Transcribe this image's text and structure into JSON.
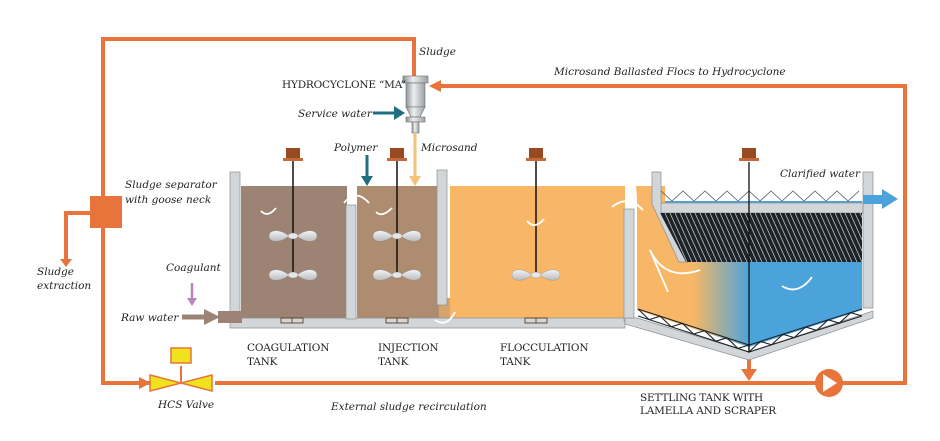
{
  "colors": {
    "pipe": "#E8743B",
    "wall": "#D3D6D8",
    "wall_stroke": "#8C8F91",
    "coag_fluid": "#9C8373",
    "inj_fluid": "#AE8C6F",
    "floc_fluid": "#F7B767",
    "settle_fluid": "#4CA3DC",
    "lamella": "#1E2328",
    "motor": "#9A4A22",
    "valve": "#F1E21E",
    "polymer": "#1F6F80",
    "microsand": "#F2C27A",
    "coagulant": "#B985BE",
    "raw_water": "#9C8373",
    "clarified": "#4CA3DC"
  },
  "labels": {
    "sludge": "Sludge",
    "hydrocyclone": "HYDROCYCLONE “MA”",
    "service_water": "Service water",
    "polymer": "Polymer",
    "microsand": "Microsand",
    "microsand_flocs": "Microsand Ballasted Flocs to Hydrocyclone",
    "sludge_separator_1": "Sludge separator",
    "sludge_separator_2": "with goose neck",
    "sludge_extraction_1": "Sludge",
    "sludge_extraction_2": "extraction",
    "coagulant": "Coagulant",
    "raw_water": "Raw water",
    "clarified_water": "Clarified water",
    "hcs_valve": "HCS Valve",
    "external_recirculation": "External sludge recirculation"
  },
  "tanks": [
    {
      "line1": "COAGULATION",
      "line2": "TANK"
    },
    {
      "line1": "INJECTION",
      "line2": "TANK"
    },
    {
      "line1": "FLOCCULATION",
      "line2": "TANK"
    },
    {
      "line1": "SETTLING TANK WITH",
      "line2": "LAMELLA AND SCRAPER"
    }
  ]
}
